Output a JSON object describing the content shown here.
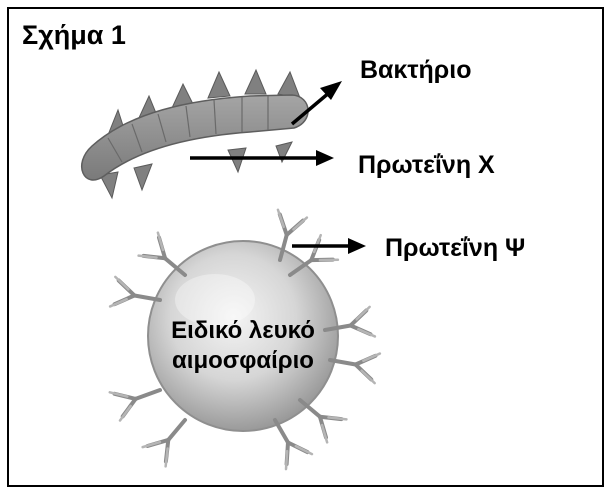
{
  "figure": {
    "title": "Σχήμα 1",
    "labels": {
      "bacterium": "Βακτήριο",
      "protein_x": "Πρωτεΐνη Χ",
      "protein_psi": "Πρωτεΐνη Ψ",
      "white_cell_line1": "Ειδικό λευκό",
      "white_cell_line2": "αιμοσφαίριο"
    }
  },
  "colors": {
    "border": "#000000",
    "bacterium_fill": "#8a8a8a",
    "cell_fill": "#d9d9d9",
    "antibody": "#8c8c8c",
    "arrow": "#000000"
  }
}
